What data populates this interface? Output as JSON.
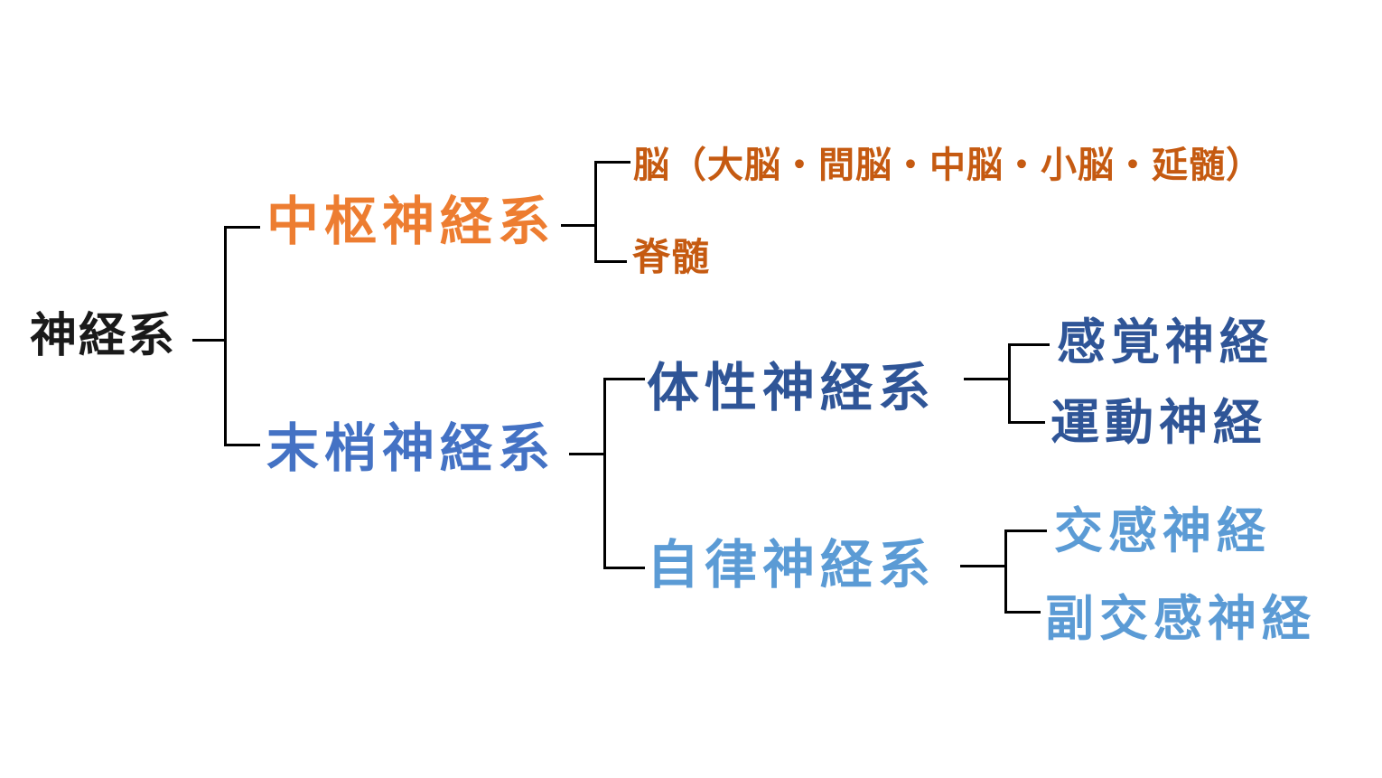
{
  "diagram": {
    "type": "tree",
    "connector_color": "#000000",
    "background_color": "#ffffff",
    "root": {
      "label": "神経系",
      "color": "#1a1a1a"
    },
    "nodes": {
      "central": {
        "label": "中枢神経系",
        "color": "#ED7D31"
      },
      "brain": {
        "label": "脳（大脳・間脳・中脳・小脳・延髄）",
        "color": "#C55A11"
      },
      "spinal_cord": {
        "label": "脊髄",
        "color": "#C55A11"
      },
      "peripheral": {
        "label": "末梢神経系",
        "color": "#4472C4"
      },
      "somatic": {
        "label": "体性神経系",
        "color": "#2F5597"
      },
      "sensory": {
        "label": "感覚神経",
        "color": "#2F5597"
      },
      "motor": {
        "label": "運動神経",
        "color": "#2F5597"
      },
      "autonomic": {
        "label": "自律神経系",
        "color": "#5B9BD5"
      },
      "sympathetic": {
        "label": "交感神経",
        "color": "#5B9BD5"
      },
      "parasympathetic": {
        "label": "副交感神経",
        "color": "#5B9BD5"
      }
    },
    "hierarchy": {
      "神経系": {
        "中枢神経系": [
          "脳（大脳・間脳・中脳・小脳・延髄）",
          "脊髄"
        ],
        "末梢神経系": {
          "体性神経系": [
            "感覚神経",
            "運動神経"
          ],
          "自律神経系": [
            "交感神経",
            "副交感神経"
          ]
        }
      }
    }
  }
}
